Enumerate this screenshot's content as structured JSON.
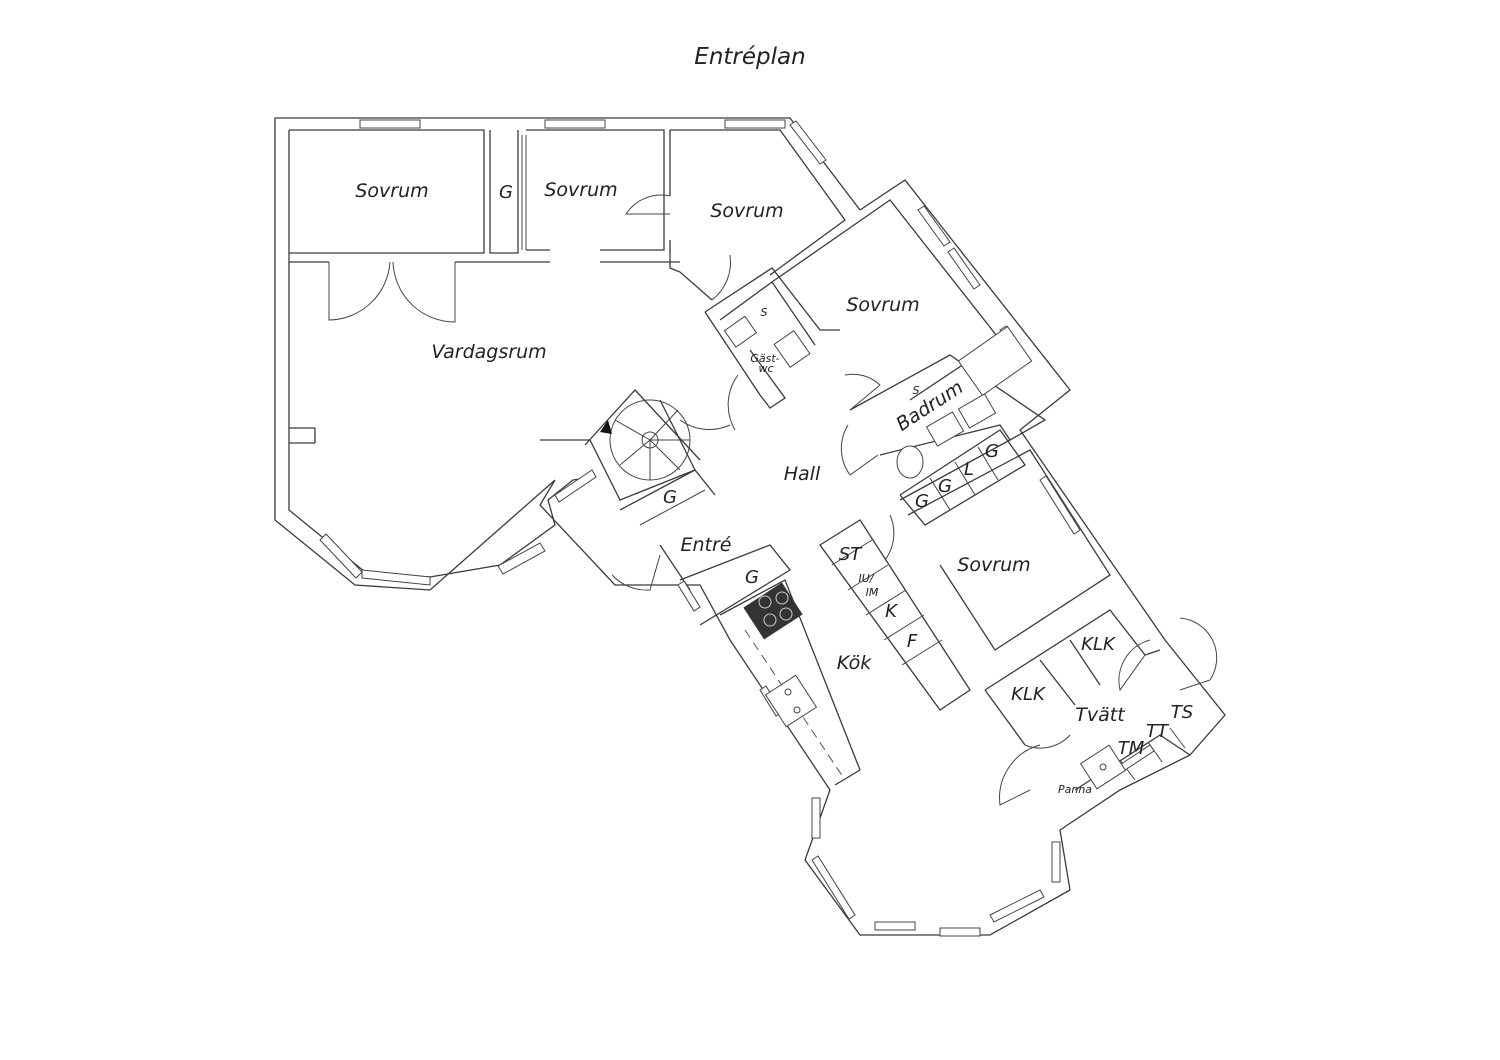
{
  "title": "Entréplan",
  "rooms": {
    "sovrum_1": "Sovrum",
    "sovrum_2": "Sovrum",
    "sovrum_3": "Sovrum",
    "sovrum_4": "Sovrum",
    "sovrum_5": "Sovrum",
    "vardagsrum": "Vardagsrum",
    "hall": "Hall",
    "entre": "Entré",
    "kok": "Kök",
    "badrum": "Badrum",
    "tvatt": "Tvätt",
    "gastwc_line1": "Gäst-",
    "gastwc_line2": "wc",
    "panna": "Panna"
  },
  "storage": {
    "g_top": "G",
    "g_stair": "G",
    "g_entre": "G",
    "g_bath": "G",
    "g_row_1": "G",
    "g_row_2": "G",
    "l_row": "L",
    "s_wc": "S",
    "s_bath": "S",
    "st": "ST",
    "iu_line1": "IU/",
    "iu_line2": "IM",
    "k": "K",
    "f": "F",
    "klk_1": "KLK",
    "klk_2": "KLK",
    "ts": "TS",
    "tt": "TT",
    "tm": "TM"
  }
}
